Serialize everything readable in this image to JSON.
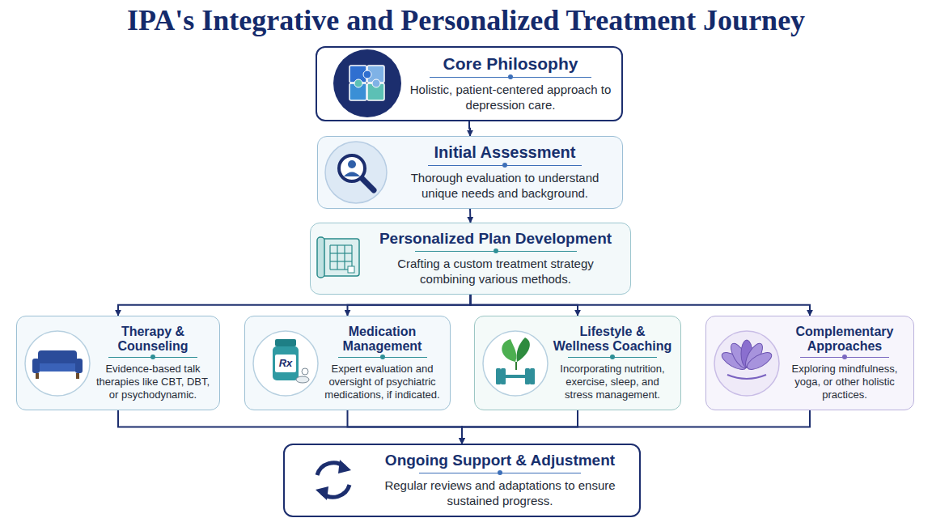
{
  "diagram": {
    "title": "IPA's Integrative and Personalized Treatment Journey",
    "nodes": [
      {
        "text": [
          "Core Philosophy",
          "Holistic, patient-centered approach to depression care."
        ]
      },
      {
        "text": [
          "Initial Assessment",
          "Thorough evaluation to understand unique needs and background."
        ]
      },
      {
        "text": [
          "Personalized Plan Development",
          "Crafting a custom treatment strategy combining various methods."
        ]
      },
      {
        "text": [
          "Therapy & Counseling",
          "Evidence-based talk therapies like CBT, DBT, or psychodynamic."
        ]
      },
      {
        "text": [
          "Medication Management",
          "Expert evaluation and oversight of psychiatric medications, if indicated."
        ]
      },
      {
        "text": [
          "Lifestyle & Wellness Coaching",
          "Incorporating nutrition, exercise, sleep, and stress management."
        ]
      },
      {
        "text": [
          "Complementary Approaches",
          "Exploring mindfulness, yoga, or other holistic practices."
        ]
      },
      {
        "text": [
          "Ongoing Support & Adjustment",
          "Regular reviews and adaptations to ensure sustained progress."
        ]
      }
    ],
    "edges": [
      {
        "from": 0,
        "to": 1,
        "arrow": "to"
      },
      {
        "from": 1,
        "to": 2,
        "arrow": "to"
      },
      {
        "from": 2,
        "to": 3,
        "arrow": "to"
      },
      {
        "from": 2,
        "to": 4,
        "arrow": "to"
      },
      {
        "from": 2,
        "to": 5,
        "arrow": "to"
      },
      {
        "from": 2,
        "to": 6,
        "arrow": "to"
      },
      {
        "from": 3,
        "to": 7,
        "arrow": "to"
      },
      {
        "from": 4,
        "to": 7,
        "arrow": "to"
      },
      {
        "from": 5,
        "to": 7,
        "arrow": "to"
      },
      {
        "from": 6,
        "to": 7,
        "arrow": "to"
      }
    ],
    "labels": [
      "Rx"
    ]
  }
}
